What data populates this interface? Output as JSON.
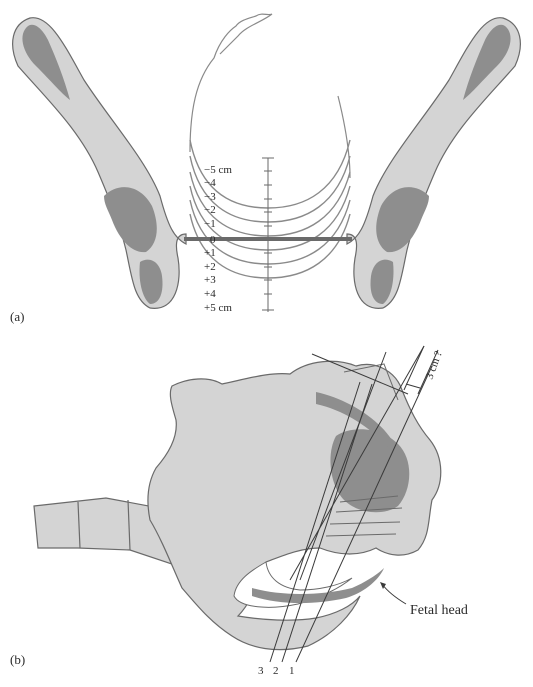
{
  "panel_a": {
    "label": "(a)",
    "station_labels": [
      "−5 cm",
      "−4",
      "−3",
      "−2",
      "−1",
      "0",
      "+1",
      "+2",
      "+3",
      "+4",
      "+5 cm"
    ]
  },
  "panel_b": {
    "label": "(b)",
    "fetal_head_label": "Fetal head",
    "dimension_label": "3 cm ?",
    "line_numbers": [
      "3",
      "2",
      "1"
    ]
  },
  "colors": {
    "bone_light": "#d4d4d4",
    "bone_dark": "#8e8e8e",
    "outline": "#6a6a6a",
    "ink": "#2a2a2a"
  }
}
